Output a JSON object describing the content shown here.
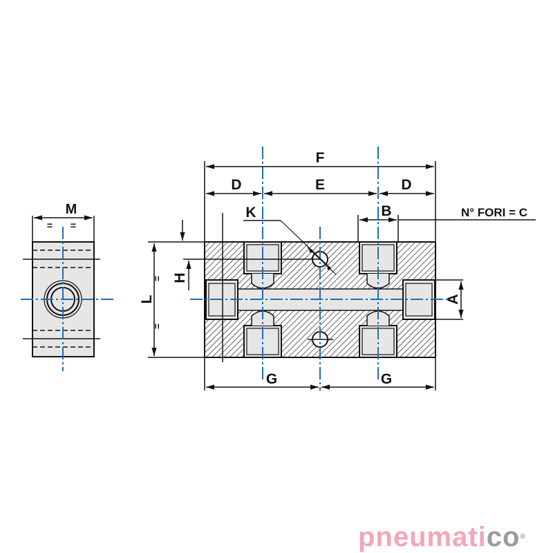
{
  "drawing": {
    "side_view": {
      "dimension_label": "M",
      "equal_marks": [
        "=",
        "="
      ]
    },
    "front_view": {
      "dimension_labels": {
        "F": "F",
        "D_left": "D",
        "E": "E",
        "D_right": "D",
        "K": "K",
        "B": "B",
        "holes_note": "N° FORI = C",
        "L": "L",
        "H": "H",
        "A": "A",
        "G_left": "G",
        "G_right": "G"
      },
      "equal_marks": [
        "=",
        "="
      ]
    },
    "colors": {
      "line": "#111111",
      "centerline": "#1f6fb8",
      "body_fill": "#e6e6e6",
      "hatch": "#222222"
    }
  },
  "logo": {
    "text_pink": "pneumati",
    "text_grey": "co",
    "registered": "®",
    "colors": {
      "pink": "#f4a6b6",
      "grey": "#9b9b9b"
    }
  }
}
